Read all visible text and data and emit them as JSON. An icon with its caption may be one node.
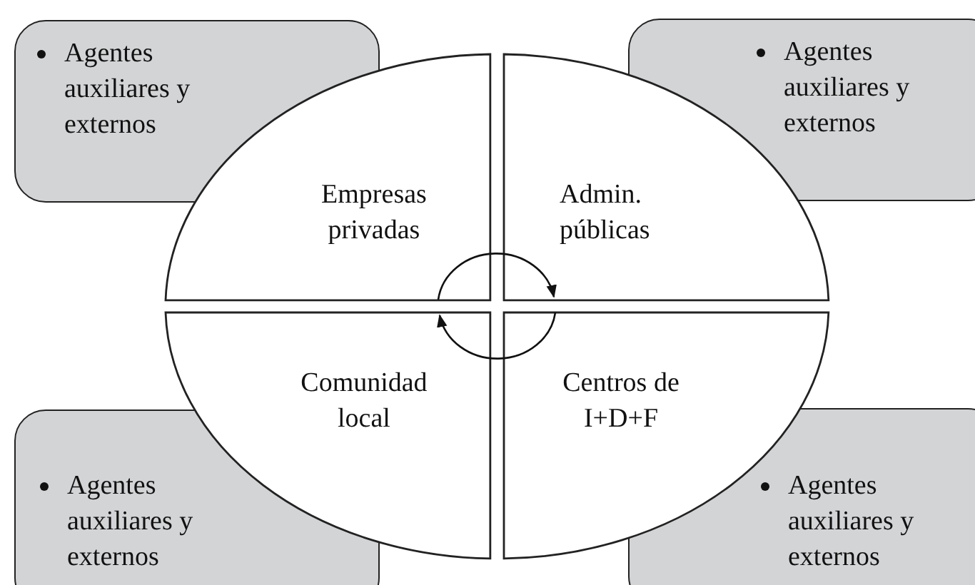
{
  "diagram": {
    "nodes": [
      {
        "text": [
          "Agentes auxiliares y externos"
        ]
      },
      {
        "text": [
          "Agentes auxiliares y externos"
        ]
      },
      {
        "text": [
          "Empresas privadas"
        ]
      },
      {
        "text": [
          "Admin. públicas"
        ]
      },
      {
        "text": [
          "Comunidad local"
        ]
      },
      {
        "text": [
          "Centros de I+D+F"
        ]
      },
      {
        "text": [
          "Agentes auxiliares y externos"
        ]
      },
      {
        "text": [
          "Agentes auxiliares y externos"
        ]
      }
    ],
    "edges": [
      {
        "from": 2,
        "to": 3,
        "arrow": "to"
      },
      {
        "from": 5,
        "to": 4,
        "arrow": "to"
      }
    ]
  }
}
